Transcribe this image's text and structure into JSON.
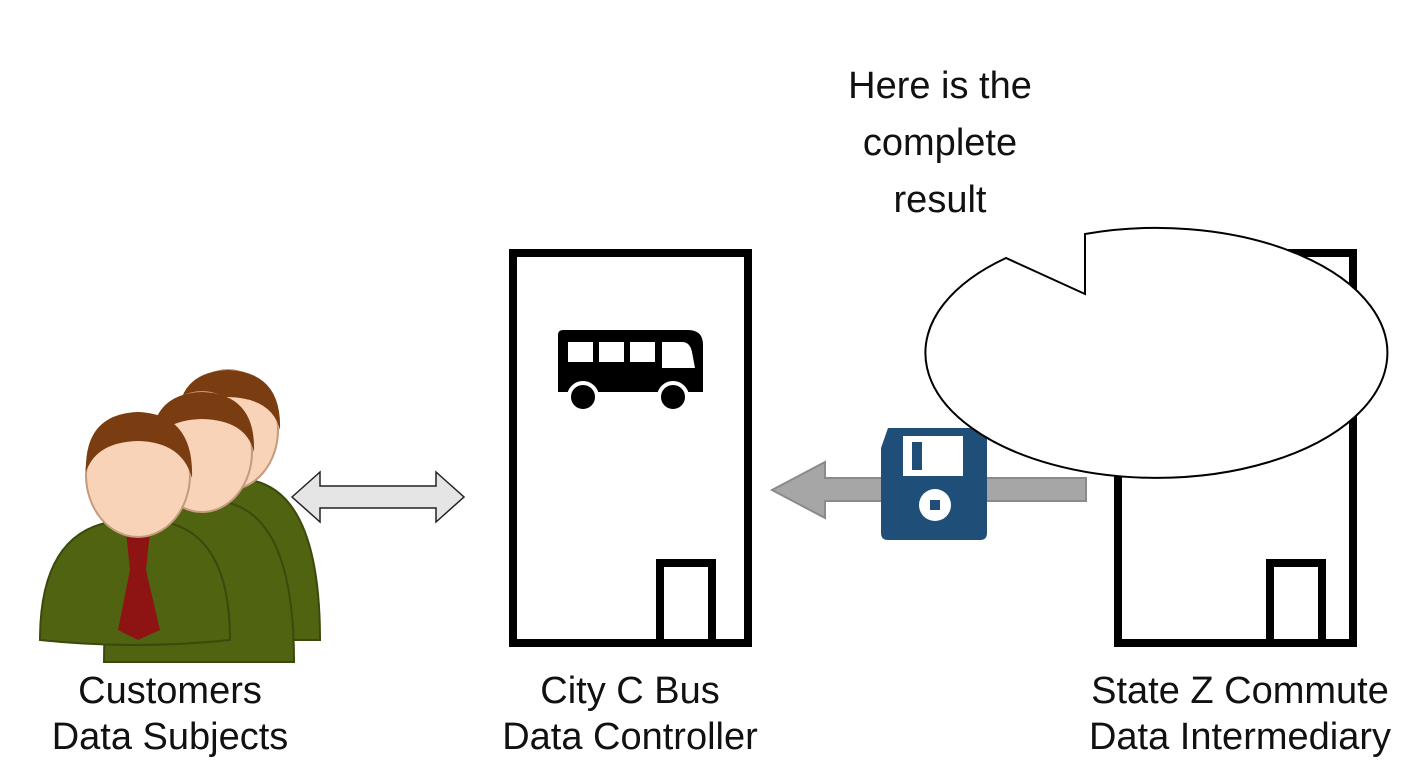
{
  "speech_bubble": {
    "lines": [
      "Here is the",
      "complete",
      "result"
    ]
  },
  "actors": {
    "customers": {
      "line1": "Customers",
      "line2": "Data Subjects"
    },
    "city_bus": {
      "line1": "City C Bus",
      "line2": "Data Controller"
    },
    "state_commute": {
      "line1": "State Z Commute",
      "line2": "Data Intermediary"
    }
  },
  "colors": {
    "suit": "#4f6311",
    "tie": "#8e1414",
    "hair": "#7a3d12",
    "skin": "#f8d3b7",
    "floppy": "#1f4e79",
    "transfer_arrow": "#a6a6a6",
    "bidirectional_arrow": "#e5e5e5",
    "building_outline": "#000000"
  },
  "icons": {
    "customers": "people-group-icon",
    "bus": "bus-icon",
    "train": "train-icon",
    "data": "floppy-disk-icon"
  }
}
